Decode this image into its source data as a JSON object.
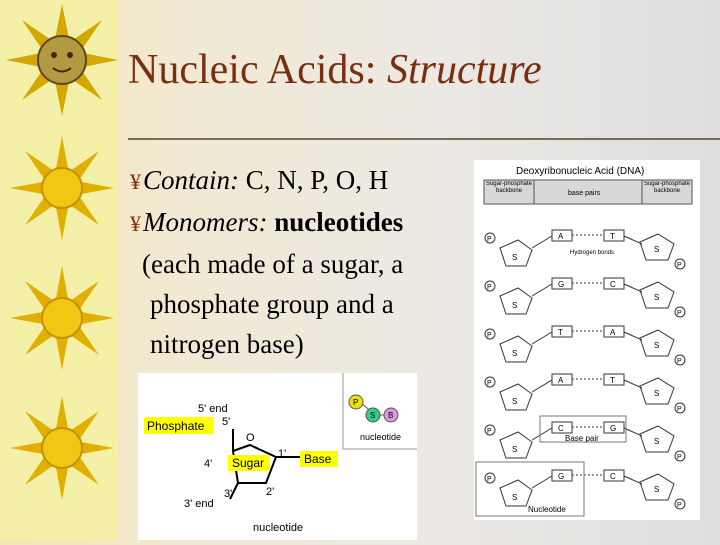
{
  "slide": {
    "title_normal": "Nucleic Acids: ",
    "title_italic": "Structure",
    "bullets": [
      {
        "label": "Contain:",
        "text": " C, N, P, O, H"
      },
      {
        "label": "Monomers:",
        "text": " nucleotides"
      }
    ],
    "continuation": [
      "(each made of a sugar, a",
      "phosphate group and a",
      "nitrogen base)"
    ],
    "bullet_glyph": "¥"
  },
  "nucleotide_figure": {
    "five_end": "5' end",
    "five_prime": "5'",
    "phosphate": "Phosphate",
    "o_label": "O",
    "one_prime": "1'",
    "four": "4'",
    "sugar": "Sugar",
    "base": "Base",
    "three": "3'",
    "two_prime": "2'",
    "three_end": "3' end",
    "caption": "nucleotide",
    "inset_p": "P",
    "inset_s": "S",
    "inset_b": "B",
    "inset_caption": "nucleotide"
  },
  "dna_figure": {
    "title": "Deoxyribonucleic Acid (DNA)",
    "header_left": "Sugar-phosphate backbone",
    "header_mid": "base pairs",
    "header_right": "Sugar-phosphate backbone",
    "hydrogen": "Hydrogen bonds",
    "base_pair_label": "Base pair",
    "nucleotide_label": "Nucleotide",
    "pairs": [
      [
        "A",
        "T"
      ],
      [
        "G",
        "C"
      ],
      [
        "T",
        "A"
      ],
      [
        "A",
        "T"
      ],
      [
        "C",
        "G"
      ],
      [
        "G",
        "C"
      ]
    ],
    "p": "P",
    "s": "S"
  },
  "colors": {
    "title": "#7b2d10",
    "sidebar": "#f5f0a8",
    "highlight": "#ffff00",
    "bullet": "#8a2a10"
  }
}
